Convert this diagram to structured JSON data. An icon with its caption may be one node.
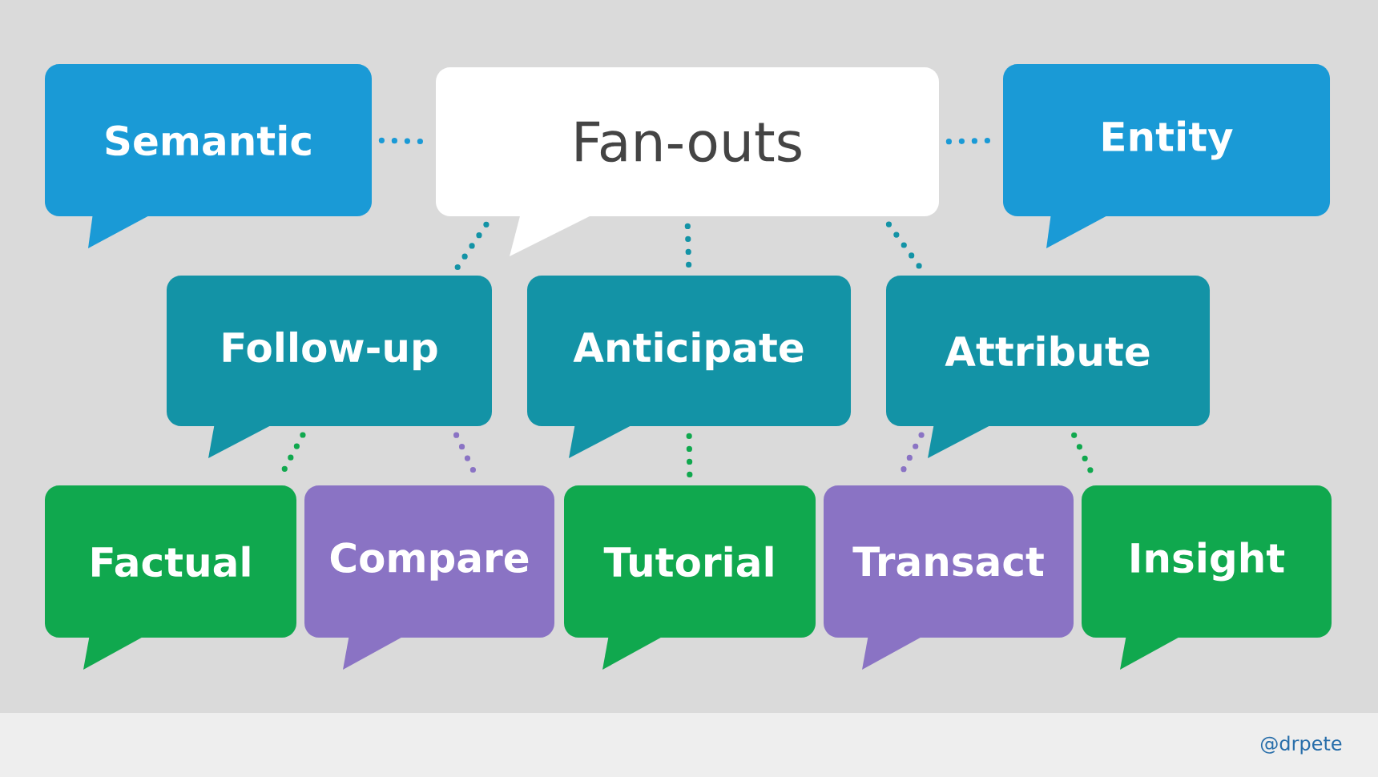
{
  "diagram": {
    "nodes": [
      {
        "text": [
          "Semantic"
        ]
      },
      {
        "text": [
          "Fan-outs"
        ]
      },
      {
        "text": [
          "Entity"
        ]
      },
      {
        "text": [
          "Follow-up"
        ]
      },
      {
        "text": [
          "Anticipate"
        ]
      },
      {
        "text": [
          "Attribute"
        ]
      },
      {
        "text": [
          "Factual"
        ]
      },
      {
        "text": [
          "Compare"
        ]
      },
      {
        "text": [
          "Tutorial"
        ]
      },
      {
        "text": [
          "Transact"
        ]
      },
      {
        "text": [
          "Insight"
        ]
      }
    ],
    "edges": [
      {
        "from": 0,
        "to": 1,
        "arrow": "none",
        "style": "dashed",
        "color": "#1a9ad6"
      },
      {
        "from": 1,
        "to": 2,
        "arrow": "none",
        "style": "dashed",
        "color": "#1a9ad6"
      },
      {
        "from": 1,
        "to": 3,
        "arrow": "none",
        "style": "dashed",
        "color": "#1393a6"
      },
      {
        "from": 1,
        "to": 4,
        "arrow": "none",
        "style": "dashed",
        "color": "#1393a6"
      },
      {
        "from": 1,
        "to": 5,
        "arrow": "none",
        "style": "dashed",
        "color": "#1393a6"
      },
      {
        "from": 3,
        "to": 6,
        "arrow": "none",
        "style": "dashed",
        "color": "#10a84e"
      },
      {
        "from": 3,
        "to": 7,
        "arrow": "none",
        "style": "dashed",
        "color": "#8a73c4"
      },
      {
        "from": 4,
        "to": 8,
        "arrow": "none",
        "style": "dashed",
        "color": "#10a84e"
      },
      {
        "from": 5,
        "to": 9,
        "arrow": "none",
        "style": "dashed",
        "color": "#8a73c4"
      },
      {
        "from": 5,
        "to": 10,
        "arrow": "none",
        "style": "dashed",
        "color": "#10a84e"
      }
    ],
    "labels": [
      "@drpete"
    ]
  }
}
